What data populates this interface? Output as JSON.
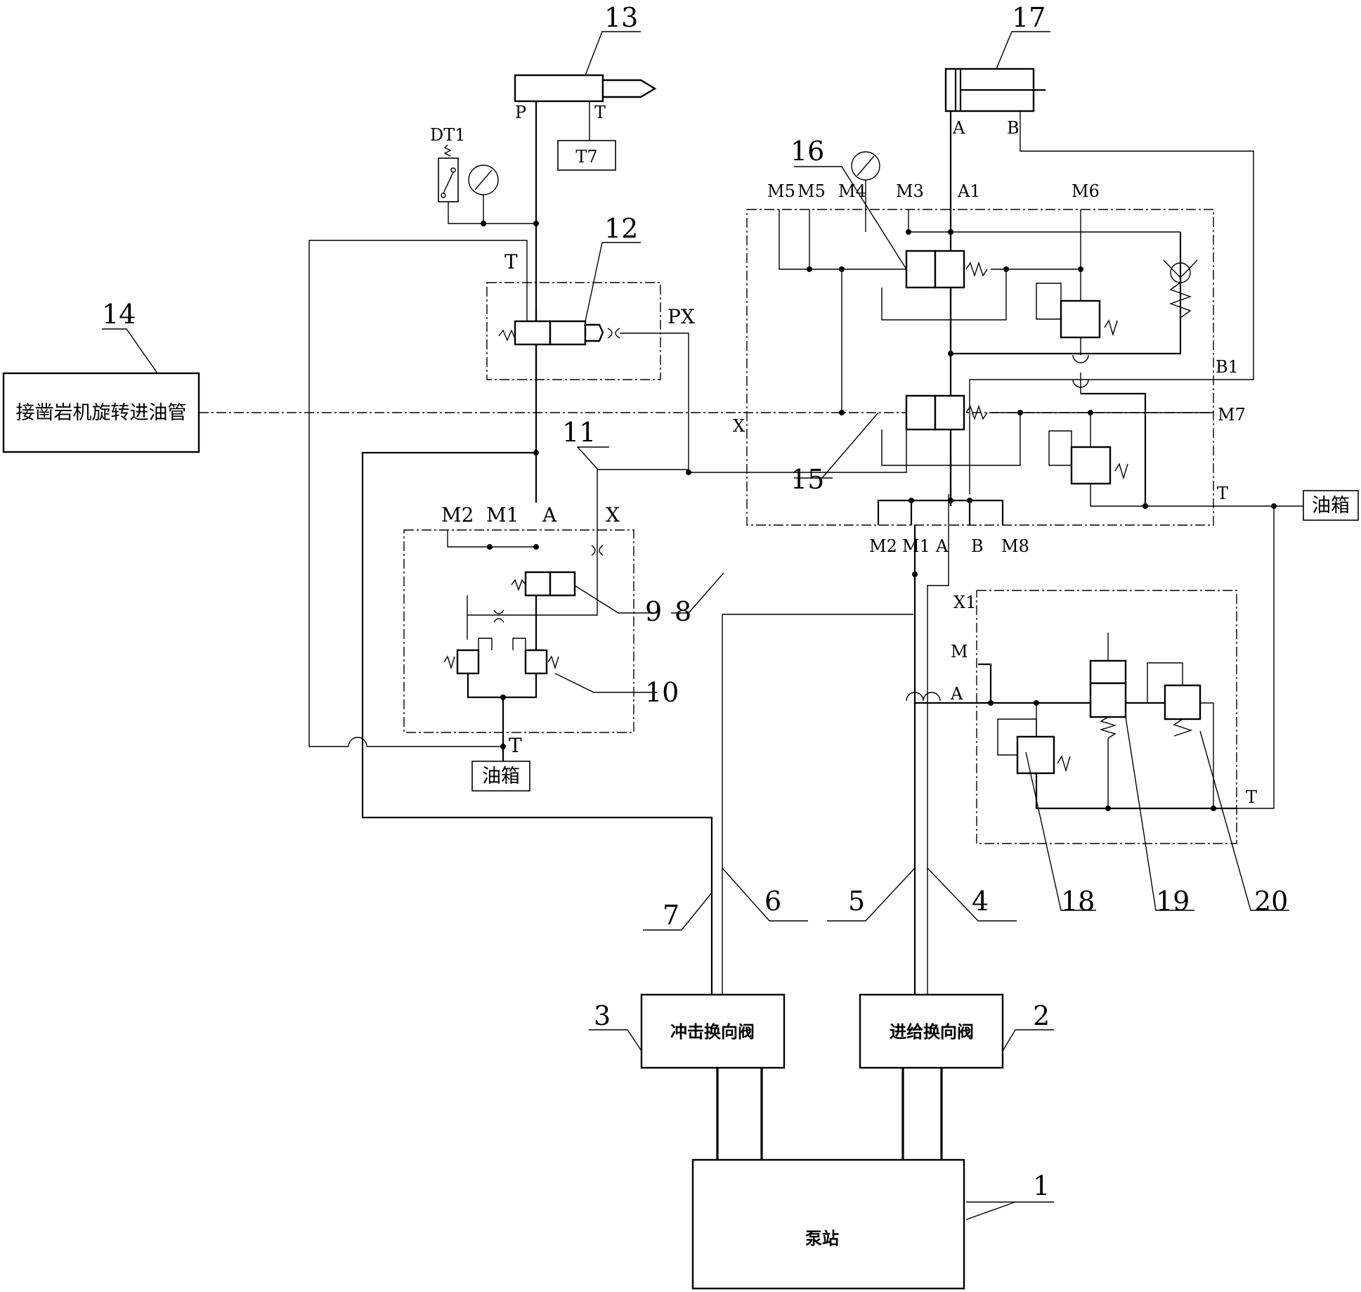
{
  "components": {
    "pump_station": "泵站",
    "feed_valve": "进给换向阀",
    "impact_valve": "冲击换向阀",
    "rock_drill_pipe": "接凿岩机旋转进油管",
    "tank_left": "油箱",
    "tank_right": "油箱",
    "t7_box": "T7"
  },
  "numbers": {
    "n1": "1",
    "n2": "2",
    "n3": "3",
    "n4": "4",
    "n5": "5",
    "n6": "6",
    "n7": "7",
    "n8": "8",
    "n9": "9",
    "n10": "10",
    "n11": "11",
    "n12": "12",
    "n13": "13",
    "n14": "14",
    "n15": "15",
    "n16": "16",
    "n17": "17",
    "n18": "18",
    "n19": "19",
    "n20": "20"
  },
  "ports": {
    "cyl13_p": "P",
    "cyl13_t": "T",
    "cyl17_a": "A",
    "cyl17_b": "B",
    "dt1": "DT1",
    "v12_t": "T",
    "v12_px": "PX",
    "blk_m2": "M2",
    "blk_m1": "M1",
    "blk_a": "A",
    "blk_x": "X",
    "blk_t": "T",
    "r_m5a": "M5",
    "r_m5b": "M5",
    "r_m4": "M4",
    "r_m3": "M3",
    "r_a1": "A1",
    "r_m6": "M6",
    "r_b1": "B1",
    "r_x": "X",
    "r_m7": "M7",
    "r_t": "T",
    "r_m2": "M2",
    "r_m1": "M1",
    "r_a": "A",
    "r_b": "B",
    "r_m8": "M8",
    "lb_x1": "X1",
    "lb_m": "M",
    "lb_a": "A",
    "lb_t": "T"
  }
}
